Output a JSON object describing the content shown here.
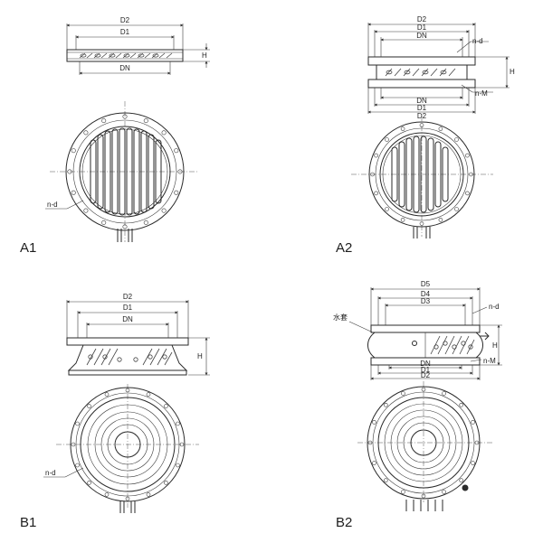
{
  "figures": [
    {
      "id": "A1",
      "caption": "A1",
      "dims": {
        "d2": "D2",
        "d1": "D1",
        "dn": "DN",
        "h": "H",
        "nd": "n-d"
      }
    },
    {
      "id": "A2",
      "caption": "A2",
      "dims": {
        "d2_top": "D2",
        "d1_top": "D1",
        "dn_top": "DN",
        "nd": "n-d",
        "h": "H",
        "nm": "n-M",
        "dn_bot": "DN",
        "d1_bot": "D1",
        "d2_bot": "D2"
      }
    },
    {
      "id": "B1",
      "caption": "B1",
      "dims": {
        "d2": "D2",
        "d1": "D1",
        "dn": "DN",
        "h": "H",
        "nd": "n-d"
      }
    },
    {
      "id": "B2",
      "caption": "B2",
      "dims": {
        "d5": "D5",
        "d4": "D4",
        "d3": "D3",
        "nd": "n-d",
        "jacket": "水套",
        "h": "H",
        "nm": "n-M",
        "dn": "DN",
        "d1": "D1",
        "d2": "D2"
      }
    }
  ]
}
